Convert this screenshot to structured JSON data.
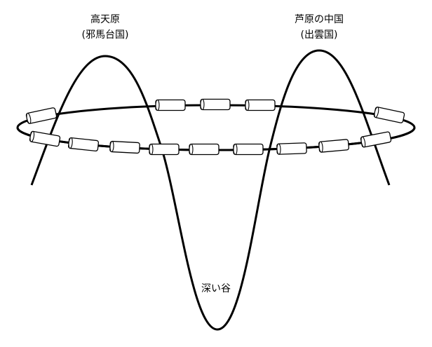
{
  "labels": {
    "left_peak": "高天原",
    "left_peak_sub": "(邪馬台国)",
    "right_peak": "芦原の中国",
    "right_peak_sub": "(出雲国)",
    "valley": "深い谷"
  },
  "colors": {
    "line": "#000000",
    "fill": "#ffffff"
  }
}
